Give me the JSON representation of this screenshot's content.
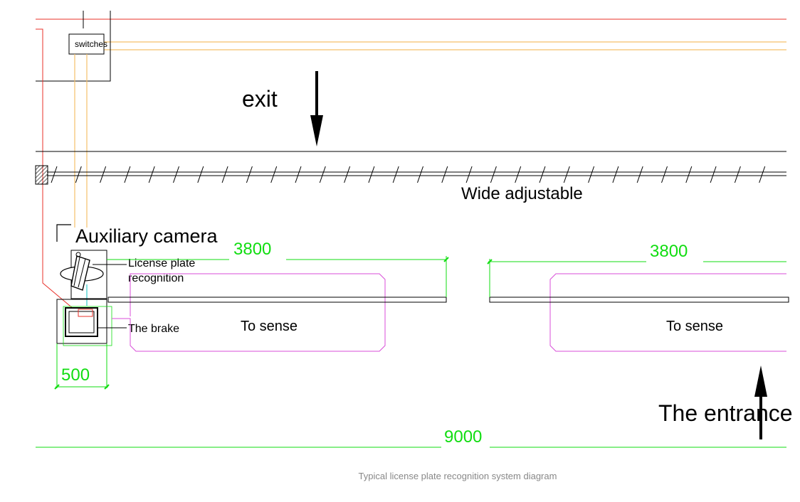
{
  "labels": {
    "switches": "switches",
    "exit": "exit",
    "wide_adjustable": "Wide adjustable",
    "auxiliary_camera": "Auxiliary camera",
    "license_plate_line1": "License plate",
    "license_plate_line2": "recognition",
    "the_brake": "The brake",
    "to_sense_left": "To sense",
    "to_sense_right": "To sense",
    "entrance": "The entrance"
  },
  "dimensions": {
    "left_loop": "3800",
    "right_loop": "3800",
    "booth": "500",
    "total": "9000"
  },
  "caption": "Typical license plate recognition system diagram",
  "colors": {
    "red_line": "#e8302a",
    "yellow_line": "#f5c06a",
    "dimension_green": "#11dd11",
    "loop_magenta": "#d84ed8",
    "cyan": "#33cccc",
    "black": "#000000",
    "caption_gray": "#888888"
  }
}
